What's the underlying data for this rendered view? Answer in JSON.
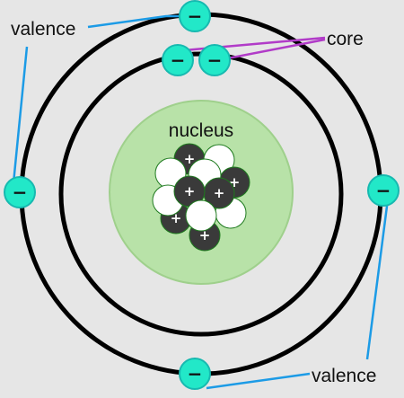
{
  "labels": {
    "valence_top": "valence",
    "core": "core",
    "nucleus": "nucleus",
    "valence_bottom": "valence"
  },
  "glyphs": {
    "electron_sign": "−",
    "proton_sign": "+"
  },
  "colors": {
    "background": "#e6e6e6",
    "orbit": "#000000",
    "nucleus_fill": "#b8e2a8",
    "nucleus_stroke": "#9fd08c",
    "electron_fill": "#22e8c8",
    "electron_stroke": "#17b9b0",
    "valence_leader": "#1c9be6",
    "core_leader": "#b13bc8",
    "proton_fill": "#3a3a3a",
    "neutron_fill": "#ffffff"
  },
  "counts": {
    "core_electrons": 2,
    "valence_electrons": 4,
    "protons": 6,
    "neutrons": 6
  }
}
